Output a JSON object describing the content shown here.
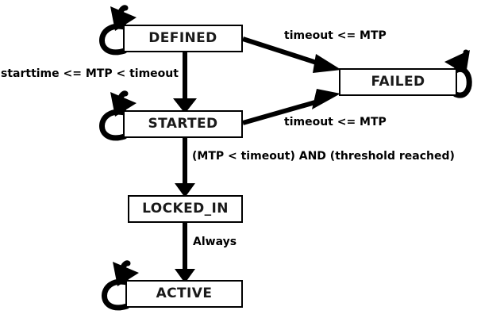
{
  "diagram": {
    "type": "state-machine",
    "title": "",
    "background_color": "#ffffff",
    "line_color": "#000000",
    "box_fill_color": "#ffffff",
    "text_color": "#1a1a1a",
    "states": [
      {
        "id": "defined",
        "label": "DEFINED"
      },
      {
        "id": "started",
        "label": "STARTED"
      },
      {
        "id": "failed",
        "label": "FAILED"
      },
      {
        "id": "locked_in",
        "label": "LOCKED_IN"
      },
      {
        "id": "active",
        "label": "ACTIVE"
      }
    ],
    "transitions": [
      {
        "from": "defined",
        "to": "defined",
        "label": "",
        "kind": "self-loop"
      },
      {
        "from": "started",
        "to": "started",
        "label": "",
        "kind": "self-loop"
      },
      {
        "from": "failed",
        "to": "failed",
        "label": "",
        "kind": "self-loop"
      },
      {
        "from": "active",
        "to": "active",
        "label": "",
        "kind": "self-loop"
      },
      {
        "from": "defined",
        "to": "started",
        "label": "starttime <= MTP < timeout",
        "kind": "straight"
      },
      {
        "from": "defined",
        "to": "failed",
        "label": "timeout <= MTP",
        "kind": "diagonal"
      },
      {
        "from": "started",
        "to": "failed",
        "label": "timeout <= MTP",
        "kind": "diagonal"
      },
      {
        "from": "started",
        "to": "locked_in",
        "label": "(MTP < timeout) AND (threshold reached)",
        "kind": "straight"
      },
      {
        "from": "locked_in",
        "to": "active",
        "label": "Always",
        "kind": "straight"
      }
    ],
    "edge_labels": {
      "defined_to_started": "starttime <= MTP < timeout",
      "defined_to_failed": "timeout <= MTP",
      "started_to_failed": "timeout <= MTP",
      "started_to_locked_in": "(MTP < timeout) AND (threshold reached)",
      "locked_in_to_active": "Always"
    }
  }
}
